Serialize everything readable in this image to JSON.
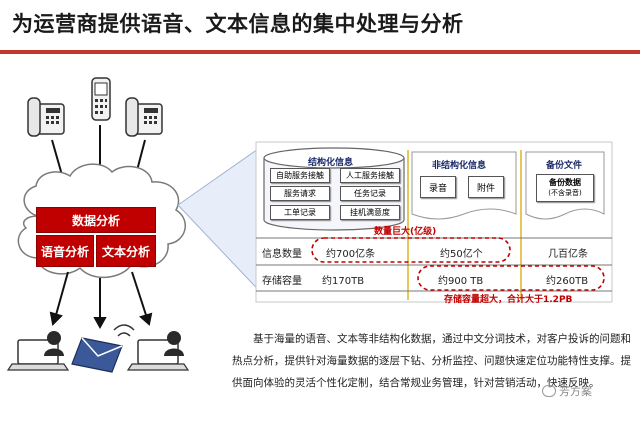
{
  "title": "为运营商提供语音、文本信息的集中处理与分析",
  "cloud": {
    "top_box": "数据分析",
    "left_box": "语音分析",
    "right_box": "文本分析"
  },
  "panel": {
    "structured": {
      "header": "结构化信息",
      "items": [
        "自助服务接触",
        "人工服务接触",
        "服务请求",
        "任务记录",
        "工单记录",
        "挂机满意度"
      ]
    },
    "unstructured": {
      "header": "非结构化信息",
      "items": [
        "录音",
        "附件"
      ]
    },
    "backup": {
      "header": "备份文件",
      "item_line1": "备份数据",
      "item_line2": "(不含录音)"
    },
    "note_top": "数量巨大(亿级)",
    "rows": [
      {
        "label": "信息数量",
        "structured": "约700亿条",
        "unstructured": "约50亿个",
        "backup": "几百亿条"
      },
      {
        "label": "存储容量",
        "structured": "约170TB",
        "unstructured": "约900 TB",
        "backup": "约260TB"
      }
    ],
    "note_bottom": "存储容量超大，合计大于1.2PB"
  },
  "paragraph": "基于海量的语音、文本等非结构化数据，通过中文分词技术，对客户投诉的问题和热点分析，提供针对海量数据的逐层下钻、分析监控、问题快速定位功能特性支撑。提供面向体验的灵活个性化定制，结合常规业务管理，针对营销活动，快速反映。",
  "watermark": "芳方案",
  "colors": {
    "accent": "#c00000",
    "rule": "#c0392b",
    "header_blue": "#1d2a6b"
  }
}
